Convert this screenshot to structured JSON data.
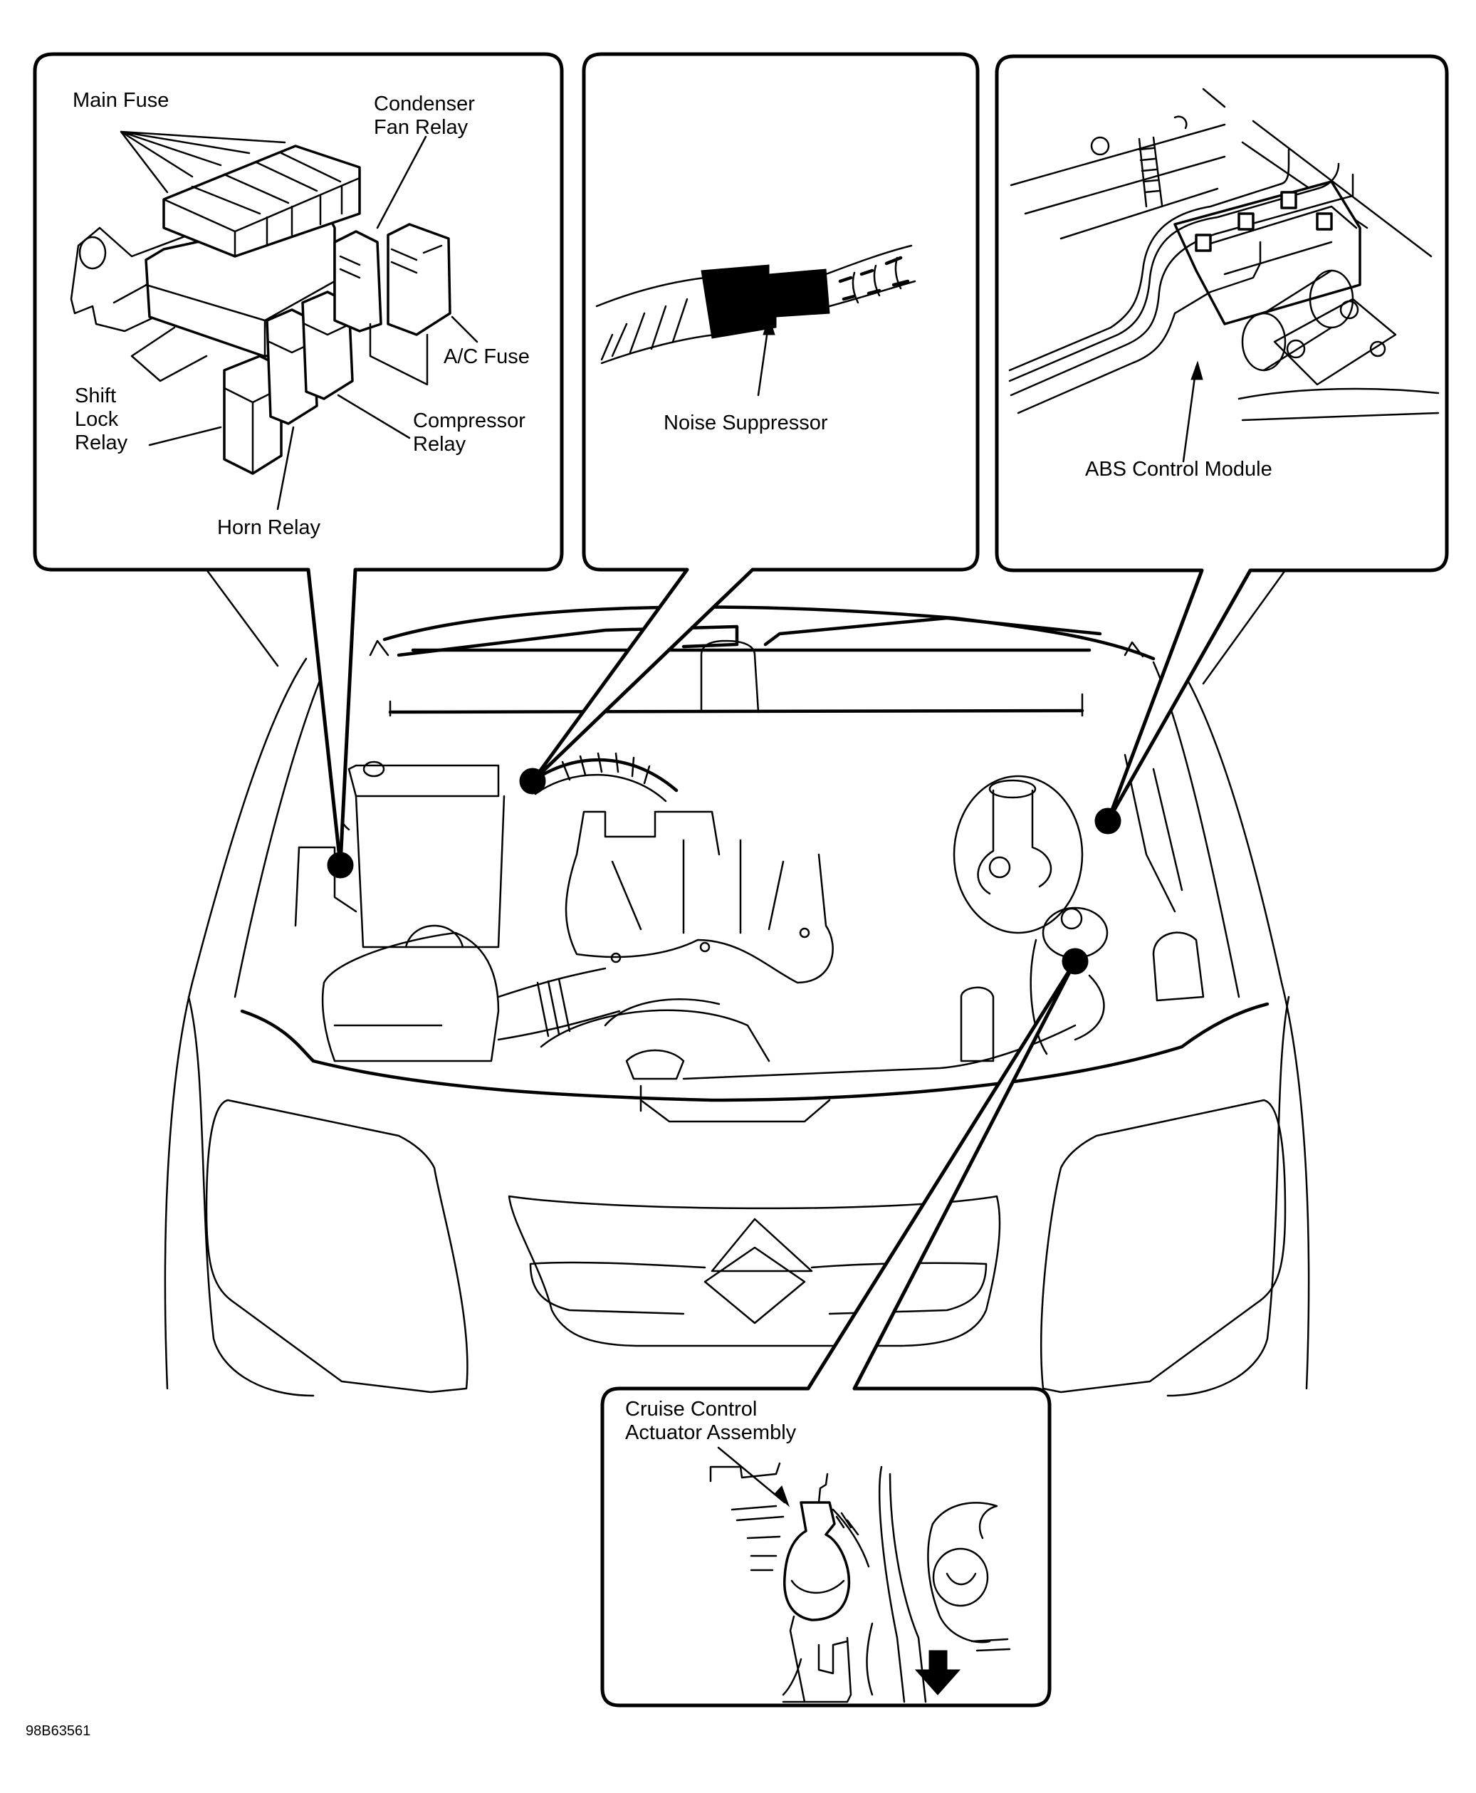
{
  "figure": {
    "title": "Engine compartment component locations",
    "figure_code": "98B63561"
  },
  "panels": {
    "fuse_box": {
      "labels": {
        "main_fuse": "Main Fuse",
        "condenser_fan_relay_1": "Condenser",
        "condenser_fan_relay_2": "Fan Relay",
        "ac_fuse": "A/C Fuse",
        "shift_lock_relay_1": "Shift",
        "shift_lock_relay_2": "Lock",
        "shift_lock_relay_3": "Relay",
        "compressor_relay_1": "Compressor",
        "compressor_relay_2": "Relay",
        "horn_relay": "Horn Relay"
      }
    },
    "noise_suppressor": {
      "label": "Noise Suppressor"
    },
    "abs": {
      "label": "ABS Control Module"
    },
    "cruise": {
      "label_1": "Cruise Control",
      "label_2": "Actuator Assembly",
      "arrow_icon": "down-arrow-icon"
    }
  },
  "locator_dots": [
    {
      "name": "fuse-relay-box-location"
    },
    {
      "name": "noise-suppressor-location"
    },
    {
      "name": "abs-control-module-location"
    },
    {
      "name": "cruise-control-actuator-location"
    }
  ]
}
